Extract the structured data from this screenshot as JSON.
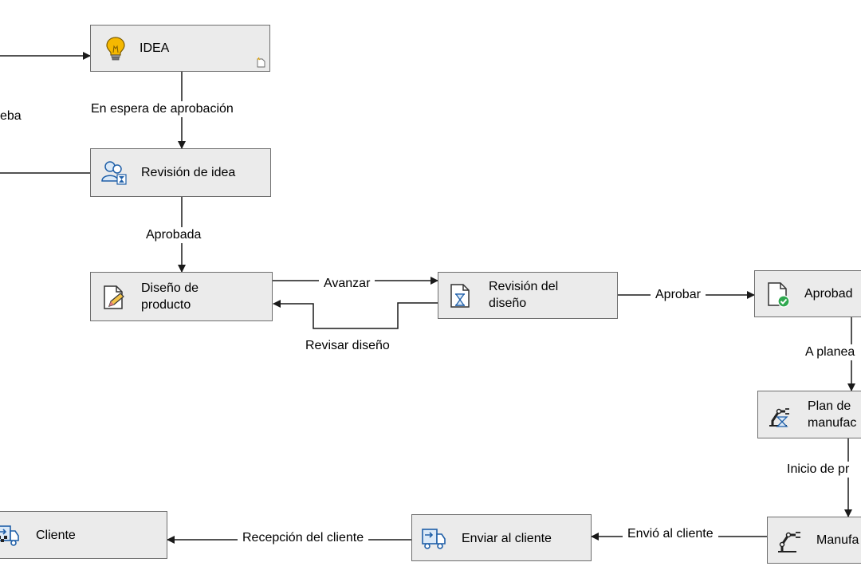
{
  "nodes": {
    "idea": {
      "label": "IDEA",
      "icon": "lightbulb-icon"
    },
    "revision_idea": {
      "label": "Revisión de idea",
      "icon": "users-review-icon"
    },
    "diseno_producto": {
      "label": "Diseño de\nproducto",
      "icon": "document-edit-icon"
    },
    "revision_diseno": {
      "label": "Revisión del\ndiseño",
      "icon": "document-hourglass-icon"
    },
    "aprobado": {
      "label": "Aprobad",
      "icon": "document-approved-icon"
    },
    "plan_manufactura": {
      "label": "Plan de\nmanufac",
      "icon": "robot-arm-hourglass-icon"
    },
    "manufactura": {
      "label": "Manufa",
      "icon": "robot-arm-icon"
    },
    "enviar_cliente": {
      "label": "Enviar al cliente",
      "icon": "delivery-truck-icon"
    },
    "cliente": {
      "label": "Cliente",
      "icon": "delivery-truck-checkered-icon"
    }
  },
  "edges": {
    "en_espera": "En espera de aprobación",
    "prueba_partial": "eba",
    "aprobada": "Aprobada",
    "avanzar": "Avanzar",
    "revisar_diseno": "Revisar diseño",
    "aprobar": "Aprobar",
    "a_planear": "A planea",
    "inicio_produccion": "Inicio de pr",
    "envio_cliente": "Envió al cliente",
    "recepcion_cliente": "Recepción del cliente"
  },
  "colors": {
    "node_fill": "#ebebeb",
    "node_border": "#6e6e6e",
    "connector": "#1a1a1a",
    "approved_check": "#2fa84f",
    "lightbulb": "#f5b800",
    "icon_blue": "#1f5fa8"
  }
}
